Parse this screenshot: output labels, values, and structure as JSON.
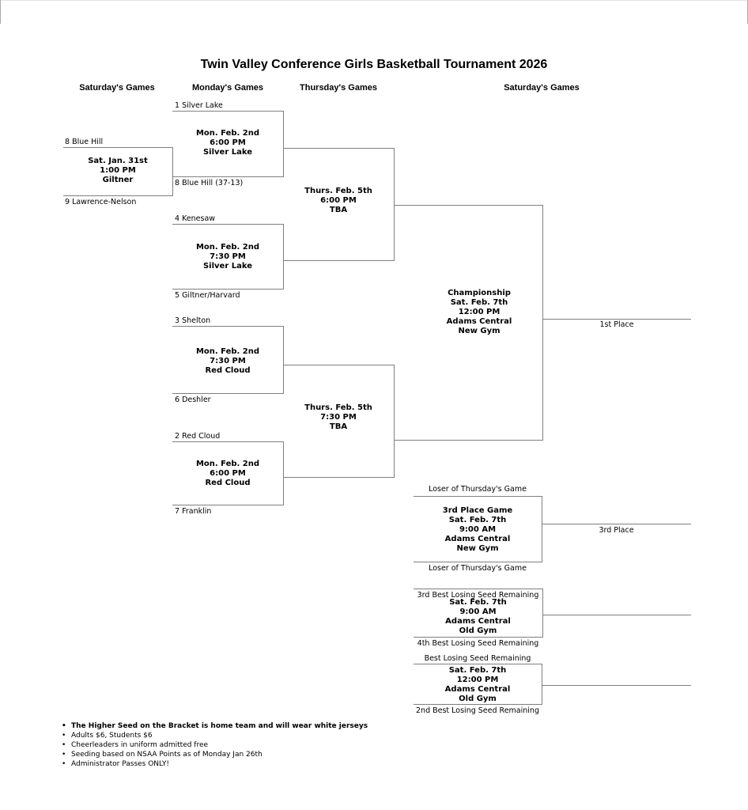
{
  "page": {
    "title": "Twin Valley Conference Girls Basketball Tournament 2026",
    "columns": [
      {
        "label": "Saturday's Games"
      },
      {
        "label": "Monday's Games"
      },
      {
        "label": "Thursday's Games"
      },
      {
        "label": "Saturday's Games"
      }
    ]
  },
  "bracket": {
    "play_in_game": {
      "top_team": "8 Blue Hill",
      "bottom_team": "9 Lawrence-Nelson",
      "info": [
        "Sat. Jan. 31st",
        "1:00 PM",
        "Giltner"
      ]
    },
    "monday_games": [
      {
        "top_team": "1 Silver Lake",
        "bottom_team": "8 Blue Hill (37-13)",
        "info": [
          "Mon. Feb. 2nd",
          "6:00 PM",
          "Silver Lake"
        ]
      },
      {
        "top_team": "4 Kenesaw",
        "bottom_team": "5 Giltner/Harvard",
        "info": [
          "Mon. Feb. 2nd",
          "7:30 PM",
          "Silver Lake"
        ]
      },
      {
        "top_team": "3 Shelton",
        "bottom_team": "6 Deshler",
        "info": [
          "Mon. Feb. 2nd",
          "7:30 PM",
          "Red Cloud"
        ]
      },
      {
        "top_team": "2 Red Cloud",
        "bottom_team": "7 Franklin",
        "info": [
          "Mon. Feb. 2nd",
          "6:00 PM",
          "Red Cloud"
        ]
      }
    ],
    "semifinal_games": [
      {
        "info": [
          "Thurs. Feb. 5th",
          "6:00 PM",
          "TBA"
        ]
      },
      {
        "info": [
          "Thurs. Feb. 5th",
          "7:30 PM",
          "TBA"
        ]
      }
    ],
    "championship_game": {
      "info": [
        "Championship",
        "Sat. Feb. 7th",
        "12:00 PM",
        "Adams Central",
        "New Gym"
      ],
      "result_label": "1st Place"
    },
    "third_place_game": {
      "top_team": "Loser of Thursday's Game",
      "bottom_team": "Loser of Thursday's Game",
      "info": [
        "3rd Place Game",
        "Sat. Feb. 7th",
        "9:00 AM",
        "Adams Central",
        "New Gym"
      ],
      "result_label": "3rd Place"
    },
    "consolation_games": [
      {
        "top_team": "3rd Best Losing Seed Remaining",
        "bottom_team": "4th Best Losing Seed Remaining",
        "info": [
          "Sat. Feb. 7th",
          "9:00 AM",
          "Adams Central",
          "Old Gym"
        ]
      },
      {
        "top_team": "Best Losing Seed Remaining",
        "bottom_team": "2nd Best Losing Seed Remaining",
        "info": [
          "Sat. Feb. 7th",
          "12:00 PM",
          "Adams Central",
          "Old Gym"
        ]
      }
    ]
  },
  "notes": [
    {
      "text": "The Higher Seed on the Bracket is home team and will wear white jerseys",
      "bold": true
    },
    {
      "text": "Adults $6, Students $6",
      "bold": false
    },
    {
      "text": "Cheerleaders in uniform admitted free",
      "bold": false
    },
    {
      "text": "Seeding based on NSAA Points as of Monday Jan 26th",
      "bold": false
    },
    {
      "text": "Administrator Passes ONLY!",
      "bold": false
    }
  ],
  "colors": {
    "line": "#7f7f7f",
    "text": "#000000",
    "background": "#ffffff"
  }
}
